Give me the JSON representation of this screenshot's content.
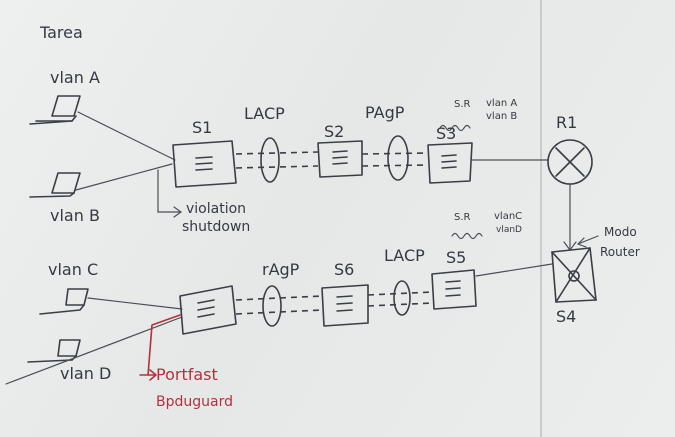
{
  "title": "Tarea",
  "vlans": [
    "vlan A",
    "vlan B",
    "vlan C",
    "vlan D"
  ],
  "switches": [
    "S1",
    "S2",
    "S3",
    "S4",
    "S5",
    "S6"
  ],
  "router": "R1",
  "protocols": {
    "s1_s2": "LACP",
    "s2_s3": "PAgP",
    "s6_left": "rAgP",
    "s6_s5": "LACP"
  },
  "s3_note": {
    "sr": "S.R",
    "vlan_a": "vlan A",
    "vlan_b": "vlan B"
  },
  "s5_note": {
    "sr": "S.R",
    "vlan_c": "vlanC",
    "vlan_d": "vlanD"
  },
  "s1_note": {
    "line1": "violation",
    "line2": "shutdown"
  },
  "s4_note": {
    "line1": "Modo",
    "line2": "Router"
  },
  "lower_note": {
    "line1": "Portfast",
    "line2": "Bpduguard"
  },
  "colors": {
    "ink": "#3a3f46",
    "red_marker": "#b5303c",
    "board": "#e9ebeb"
  }
}
